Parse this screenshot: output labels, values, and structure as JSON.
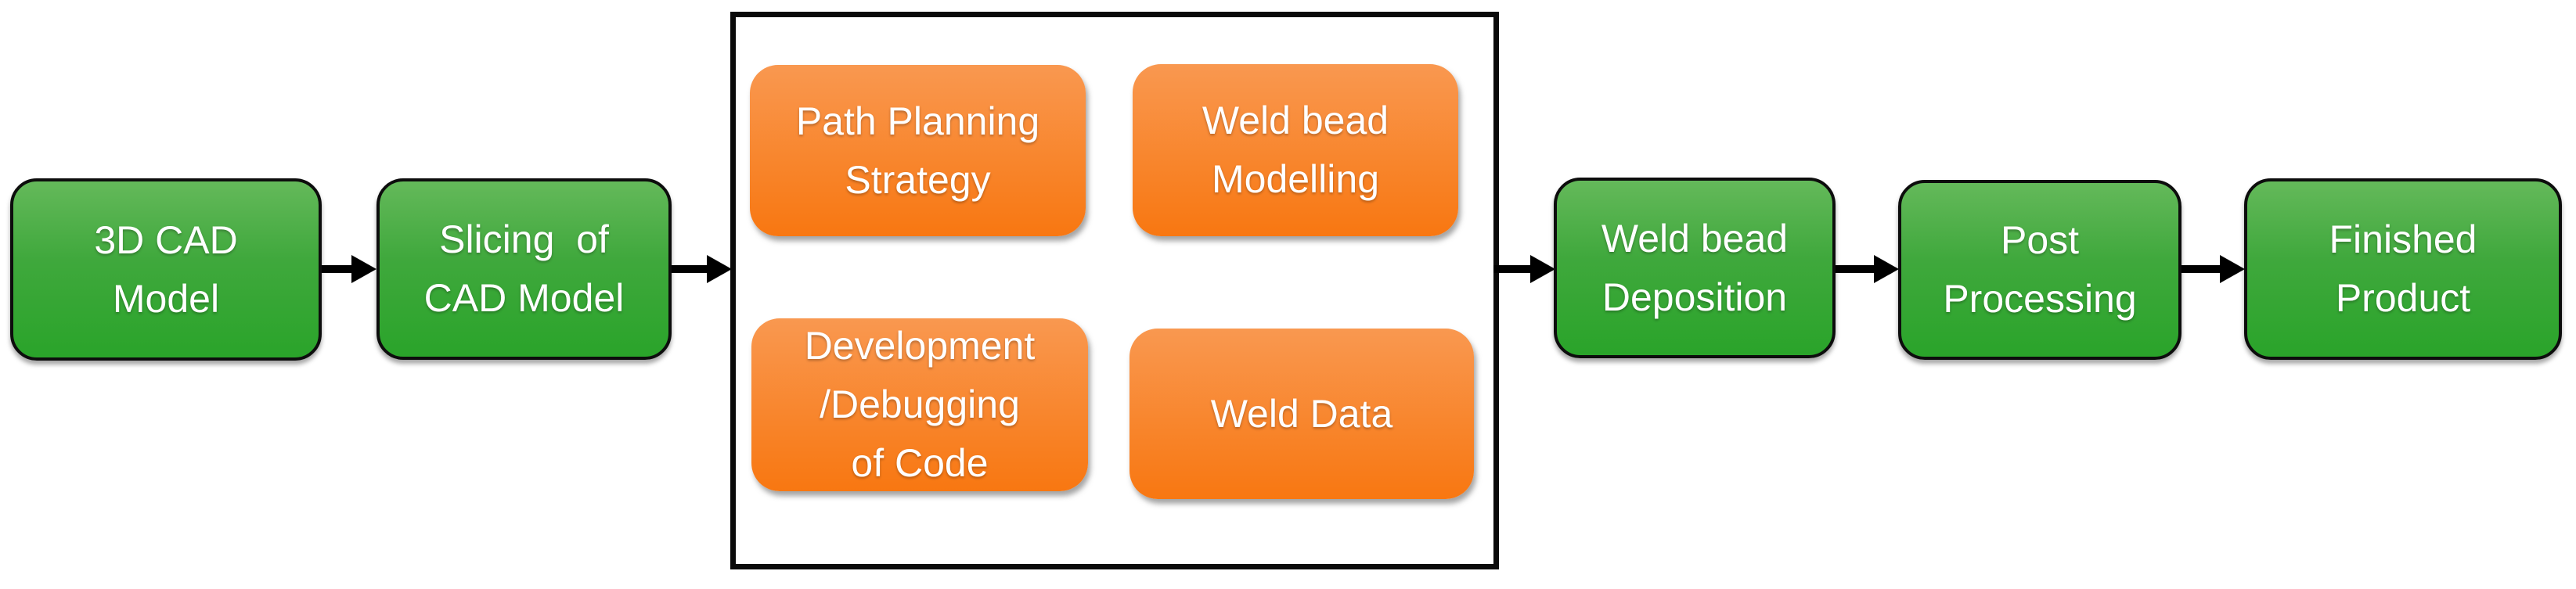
{
  "diagram": {
    "nodes": [
      {
        "id": "3d-cad-model",
        "label": "3D CAD\nModel",
        "kind": "stage"
      },
      {
        "id": "slicing-of-cad-model",
        "label": "Slicing  of\nCAD Model",
        "kind": "stage"
      },
      {
        "id": "path-planning-strategy",
        "label": "Path Planning\nStrategy",
        "kind": "sub"
      },
      {
        "id": "weld-bead-modelling",
        "label": "Weld bead\nModelling",
        "kind": "sub"
      },
      {
        "id": "development-debugging-of-code",
        "label": "Development\n/Debugging\nof Code",
        "kind": "sub"
      },
      {
        "id": "weld-data",
        "label": "Weld Data",
        "kind": "sub"
      },
      {
        "id": "weld-bead-deposition",
        "label": "Weld bead\nDeposition",
        "kind": "stage"
      },
      {
        "id": "post-processing",
        "label": "Post\nProcessing",
        "kind": "stage"
      },
      {
        "id": "finished-product",
        "label": "Finished\nProduct",
        "kind": "stage"
      }
    ],
    "edges": [
      {
        "from": "3d-cad-model",
        "to": "slicing-of-cad-model"
      },
      {
        "from": "slicing-of-cad-model",
        "to": "process-group"
      },
      {
        "from": "process-group",
        "to": "weld-bead-deposition"
      },
      {
        "from": "weld-bead-deposition",
        "to": "post-processing"
      },
      {
        "from": "post-processing",
        "to": "finished-product"
      }
    ],
    "colors": {
      "bg": "#ffffff",
      "green-top": "#64b95a",
      "green-bottom": "#2aa42a",
      "orange-top": "#f99850",
      "orange-bottom": "#f87711",
      "outline": "#000000",
      "text": "#ffffff"
    }
  }
}
